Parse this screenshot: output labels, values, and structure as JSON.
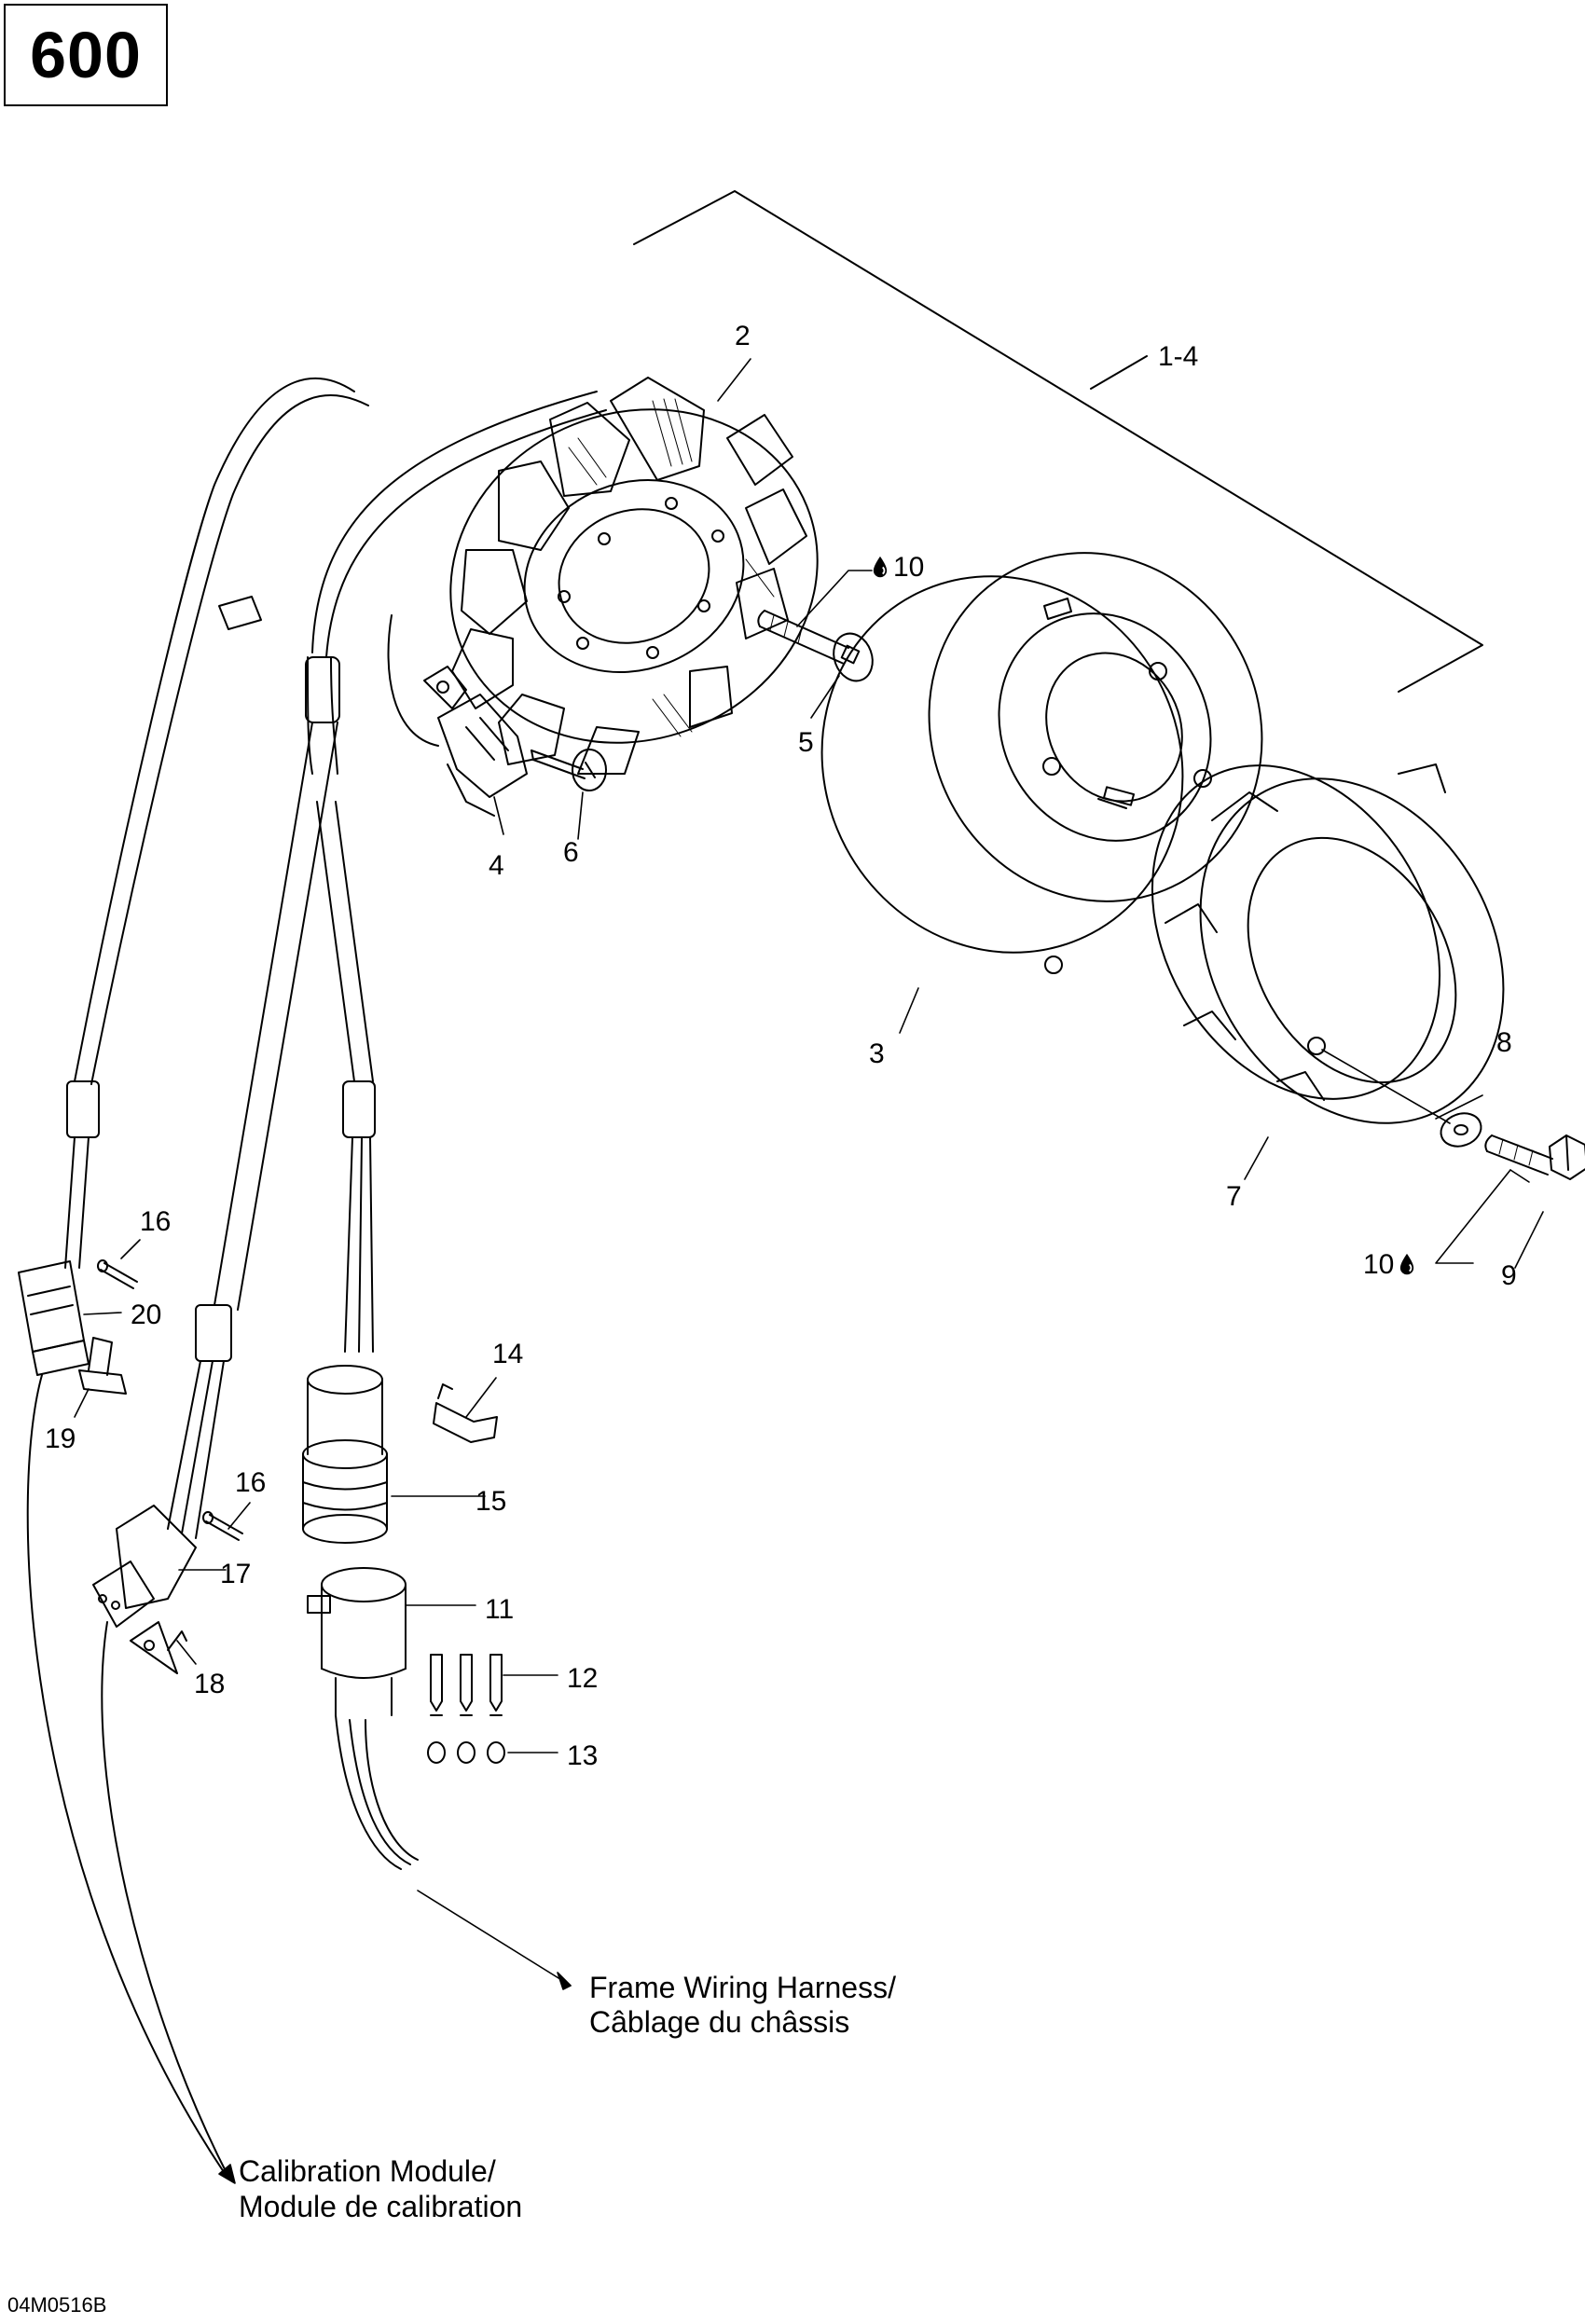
{
  "model": "600",
  "drawing_ref": "04M0516B",
  "callouts": {
    "c1_4": "1-4",
    "c2": "2",
    "c3": "3",
    "c4": "4",
    "c5": "5",
    "c6": "6",
    "c7": "7",
    "c8": "8",
    "c9": "9",
    "c10a": "10",
    "c10b": "10",
    "c11": "11",
    "c12": "12",
    "c13": "13",
    "c14": "14",
    "c15": "15",
    "c16a": "16",
    "c16b": "16",
    "c17": "17",
    "c18": "18",
    "c19": "19",
    "c20": "20"
  },
  "notes": {
    "frame_harness_line1": "Frame Wiring Harness/",
    "frame_harness_line2": "Câblage du châssis",
    "calibration_line1": "Calibration Module/",
    "calibration_line2": "Module de calibration"
  },
  "icons": [
    "oil-drop-icon"
  ]
}
